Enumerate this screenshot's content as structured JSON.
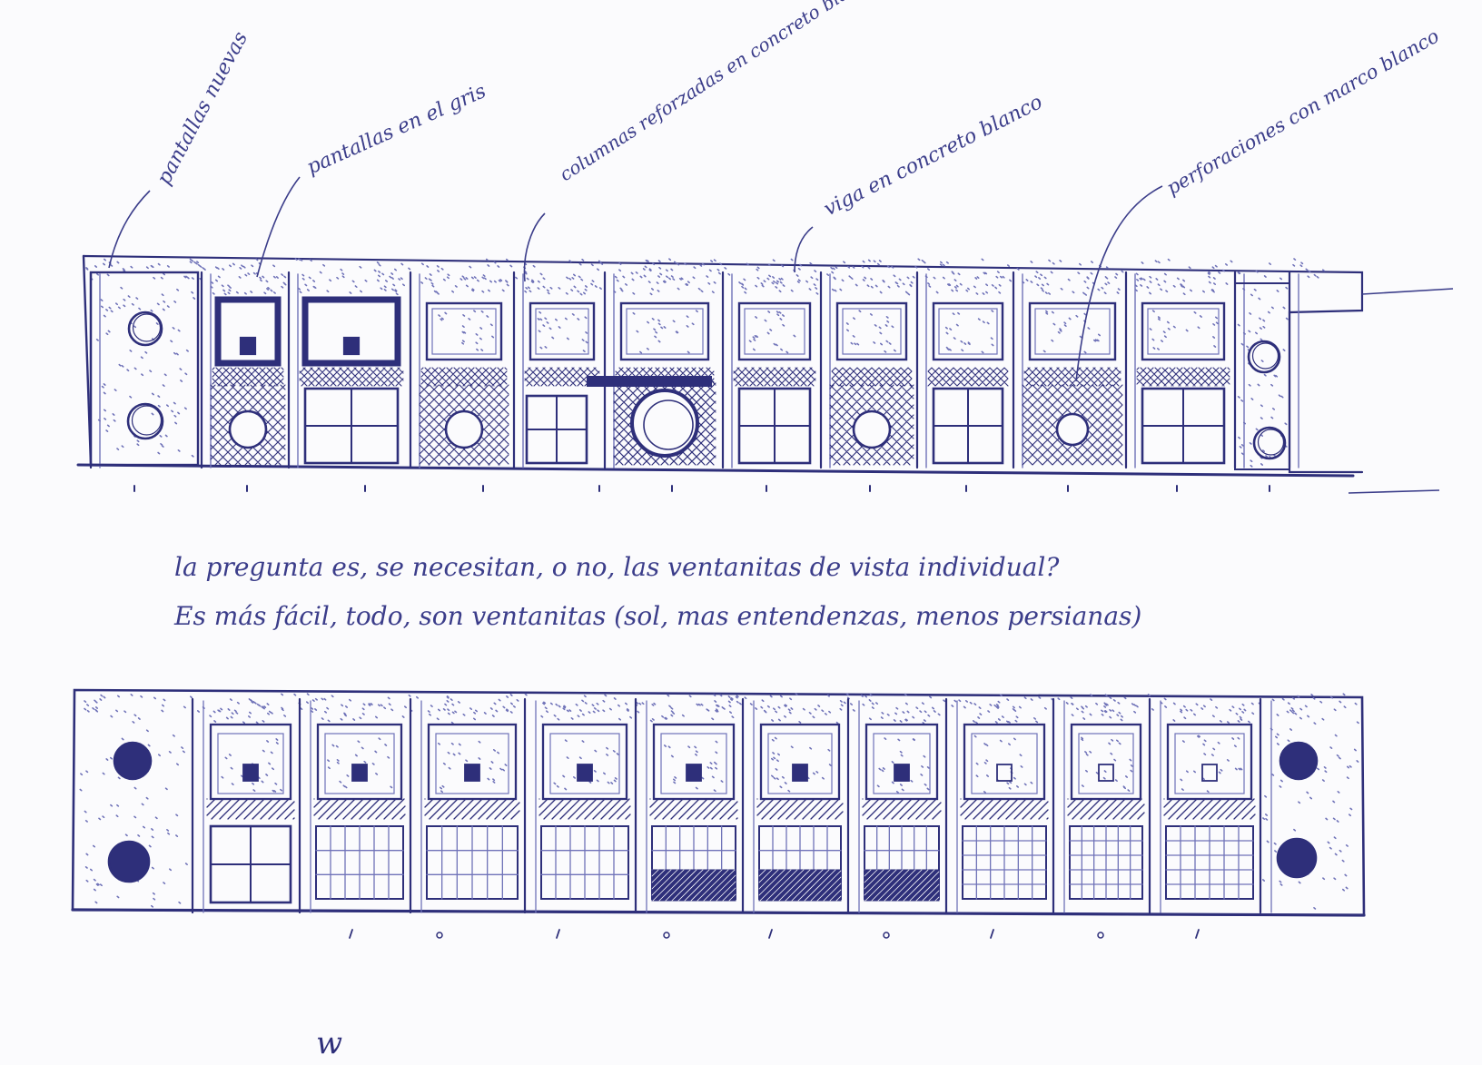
{
  "ink": "#2e2f7a",
  "ink_light": "#6f72b8",
  "paper": "#fbfbfd",
  "annotations": {
    "pantallas_nuevas": "pantallas nuevas",
    "pantallas_gris": "pantallas en el gris",
    "columnas": "columnas reforzadas en concreto blanco",
    "viga": "viga en concreto blanco",
    "perforaciones": "perforaciones con marco blanco"
  },
  "notes": {
    "line1": "la pregunta es, se necesitan, o no, las ventanitas de vista individual?",
    "line2": "Es más fácil, todo, son ventanitas (sol, mas entendenzas, menos persianas)"
  },
  "signature": "w"
}
